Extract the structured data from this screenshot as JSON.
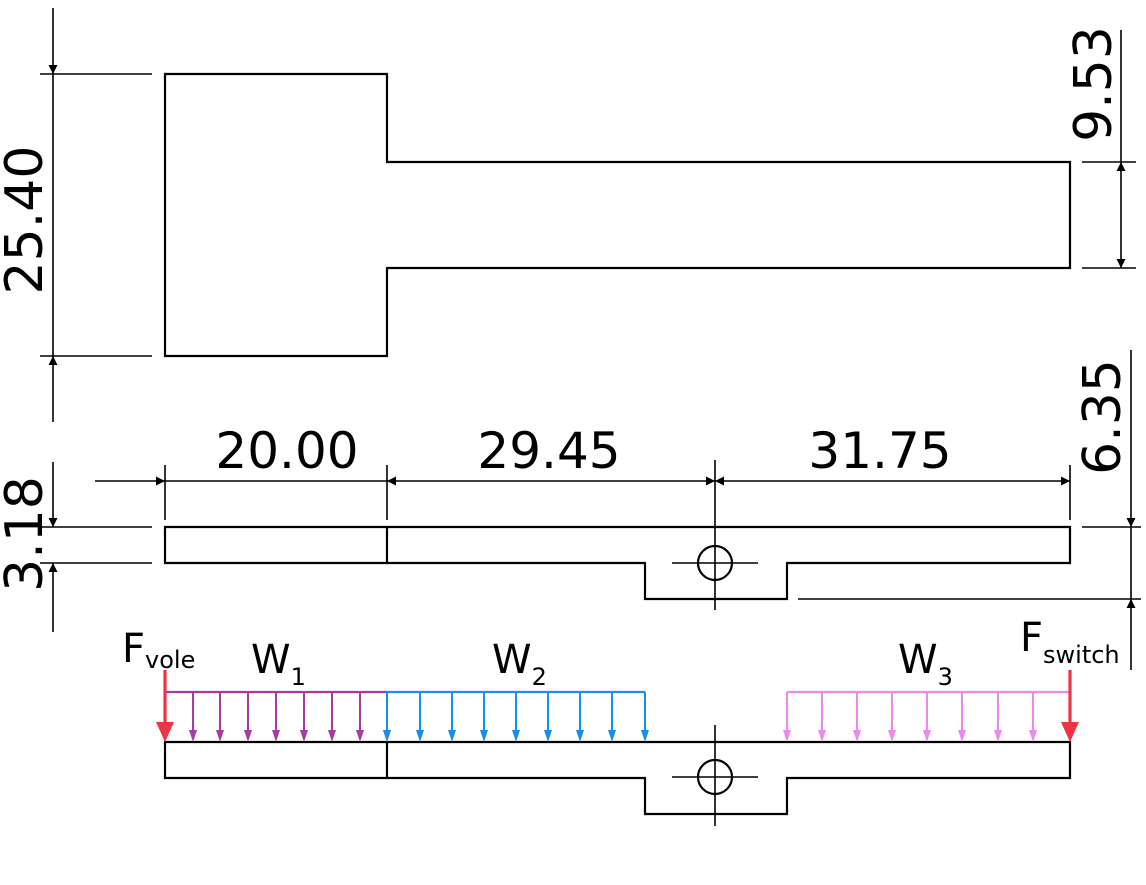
{
  "dimensions": {
    "head_height": "25.40",
    "stem_width": "9.53",
    "thickness": "3.18",
    "pivot_offset": "6.35",
    "segment_1": "20.00",
    "segment_2": "29.45",
    "segment_3": "31.75"
  },
  "loads": {
    "f_vole": {
      "base": "F",
      "sub": "vole",
      "color": "#ee3344"
    },
    "f_switch": {
      "base": "F",
      "sub": "switch",
      "color": "#ee3344"
    },
    "w1": {
      "base": "W",
      "sub": "1",
      "color": "#a83aa8"
    },
    "w2": {
      "base": "W",
      "sub": "2",
      "color": "#1a8fe8"
    },
    "w3": {
      "base": "W",
      "sub": "3",
      "color": "#ee88ee"
    }
  }
}
